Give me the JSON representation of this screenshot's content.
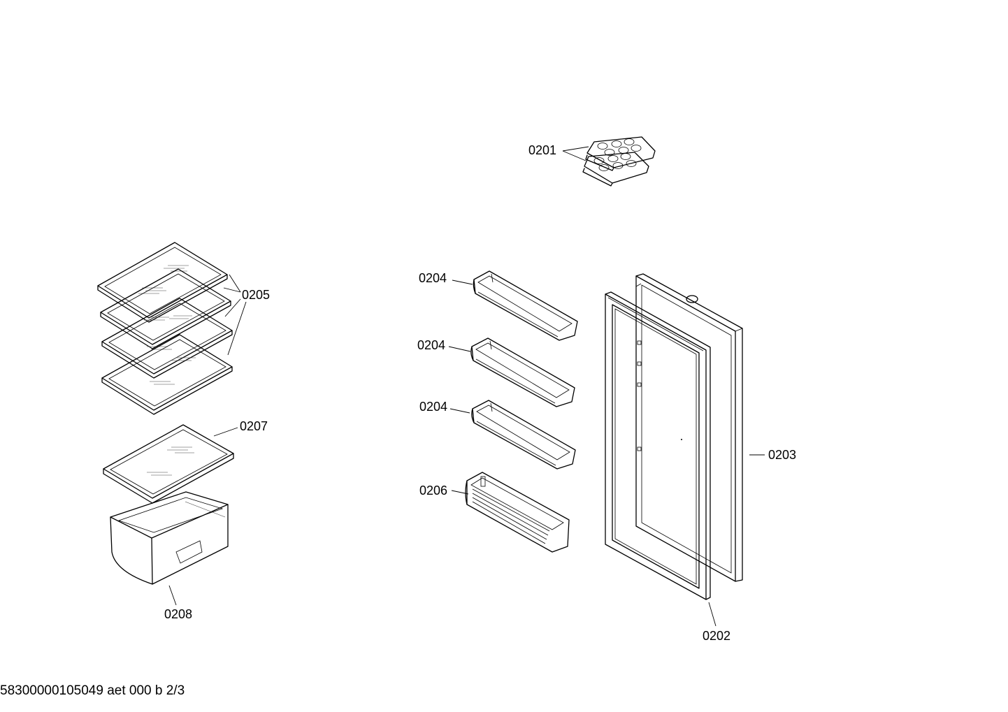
{
  "parts": {
    "p0201": "0201",
    "p0202": "0202",
    "p0203": "0203",
    "p0204a": "0204",
    "p0204b": "0204",
    "p0204c": "0204",
    "p0205": "0205",
    "p0206": "0206",
    "p0207": "0207",
    "p0208": "0208"
  },
  "footer": {
    "doc_id": "58300000105049 aet 000 b 2/3"
  }
}
